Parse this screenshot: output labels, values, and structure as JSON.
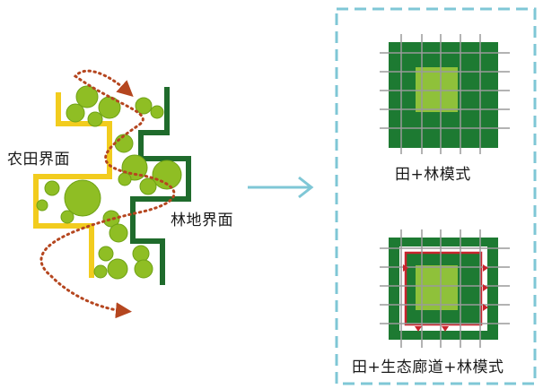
{
  "labels": {
    "farmland_interface": "农田界面",
    "forest_interface": "林地界面",
    "mode_field_forest": "田+林模式",
    "mode_field_corridor_forest": "田+生态廊道+林模式"
  },
  "colors": {
    "farmland_edge": "#f2cc1e",
    "forest_edge": "#1f6b2c",
    "tree_canopy": "#8fbe24",
    "flow_path": "#b5461f",
    "arrow": "#7fc7d6",
    "panel_border": "#7fc7d6",
    "grid_dark_green": "#1d7a32",
    "grid_light_green": "#8fc13a",
    "grid_line": "#9a9a9a",
    "corridor_white": "#ffffff",
    "corridor_red": "#c8232c"
  }
}
